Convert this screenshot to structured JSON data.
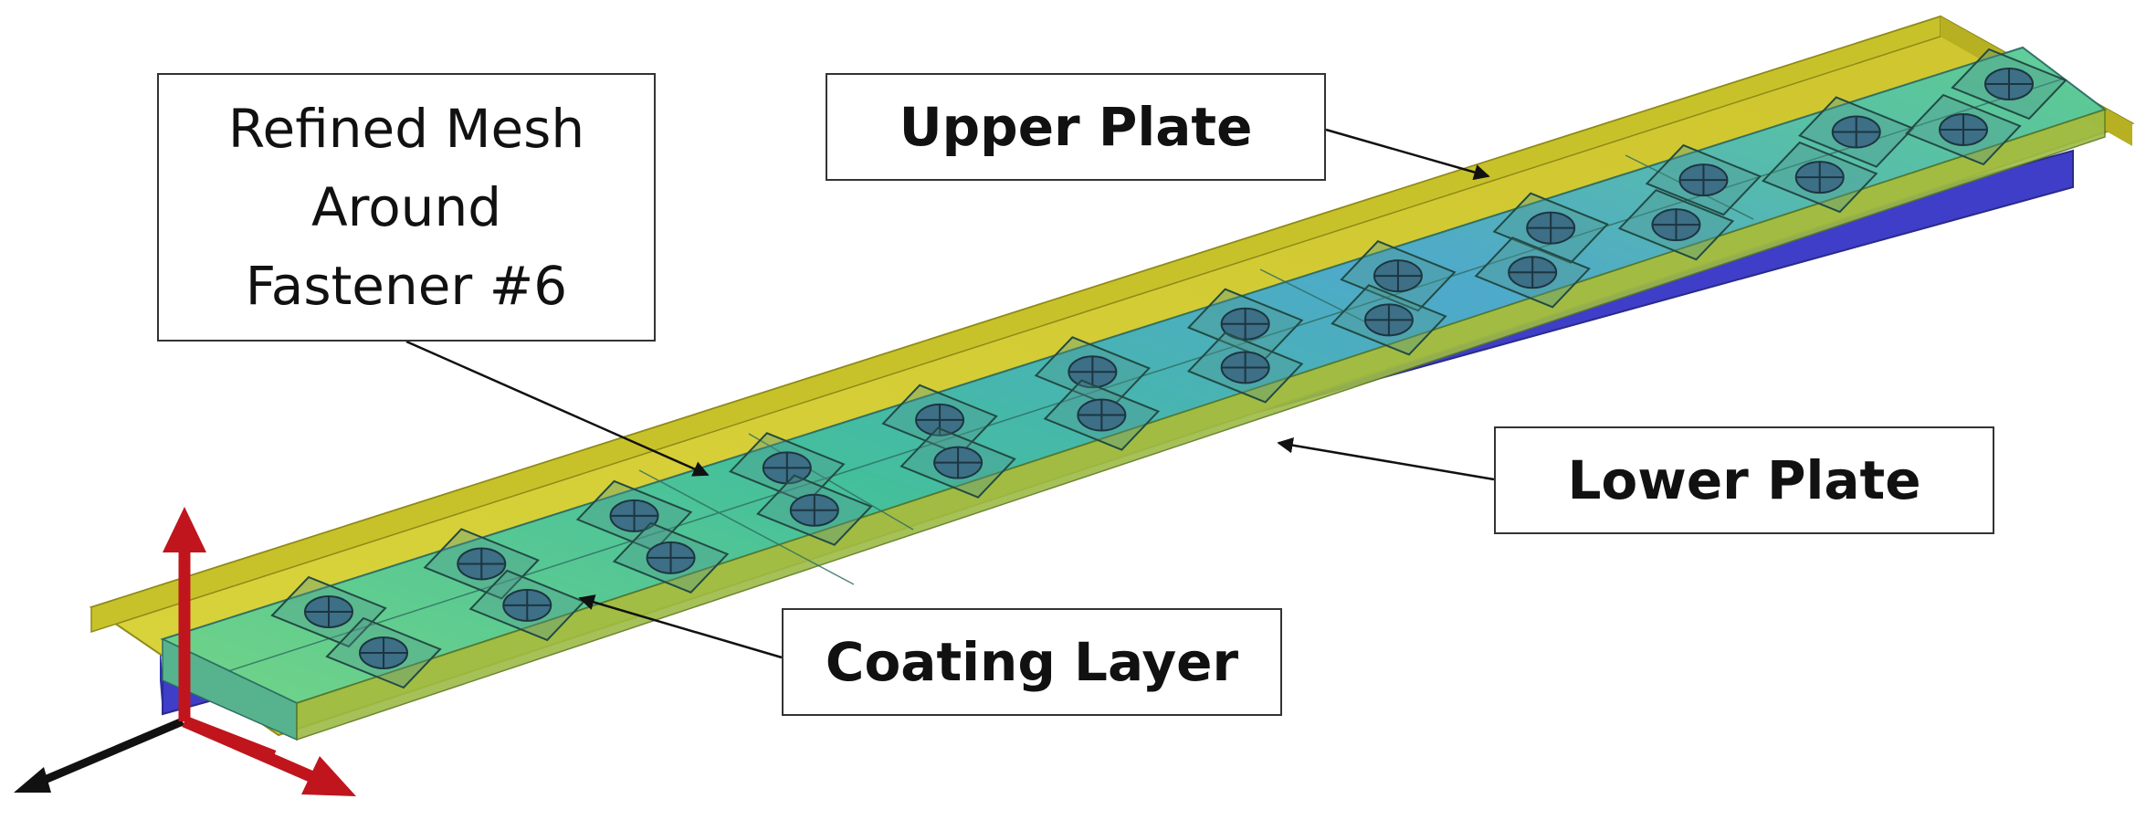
{
  "labels": {
    "refined_mesh": [
      "Refined Mesh",
      "Around",
      "Fastener #6"
    ],
    "upper_plate": "Upper Plate",
    "lower_plate": "Lower Plate",
    "coating_layer": "Coating Layer"
  },
  "colors": {
    "upper_plate": "#d8d23a",
    "upper_plate_edge": "#8f8a18",
    "lower_plate": "#3e3ec8",
    "coating_start": "#3fb8a8",
    "coating_end": "#7fd86a",
    "fastener": "#3d6f86",
    "axis_red": "#c0151d",
    "axis_black": "#111111"
  },
  "fastener_count": 24
}
